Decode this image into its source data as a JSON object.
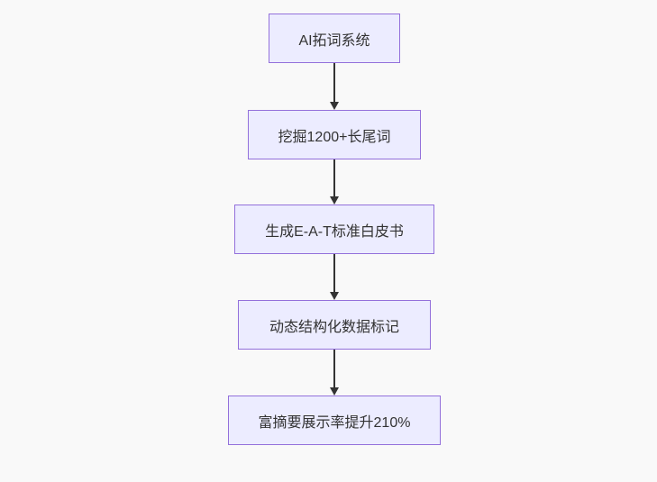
{
  "flowchart": {
    "type": "flowchart-top-down",
    "nodes": [
      {
        "label": "AI拓词系统"
      },
      {
        "label": "挖掘1200+长尾词"
      },
      {
        "label": "生成E-A-T标准白皮书"
      },
      {
        "label": "动态结构化数据标记"
      },
      {
        "label": "富摘要展示率提升210%"
      }
    ],
    "edges": [
      {
        "from": 0,
        "to": 1,
        "style": "arrow-down"
      },
      {
        "from": 1,
        "to": 2,
        "style": "arrow-down"
      },
      {
        "from": 2,
        "to": 3,
        "style": "arrow-down"
      },
      {
        "from": 3,
        "to": 4,
        "style": "arrow-down"
      }
    ],
    "colors": {
      "background": "#f9f9f9",
      "node_fill": "#ECECFF",
      "node_border": "#9370DB",
      "text": "#333333",
      "arrow": "#333333"
    }
  }
}
